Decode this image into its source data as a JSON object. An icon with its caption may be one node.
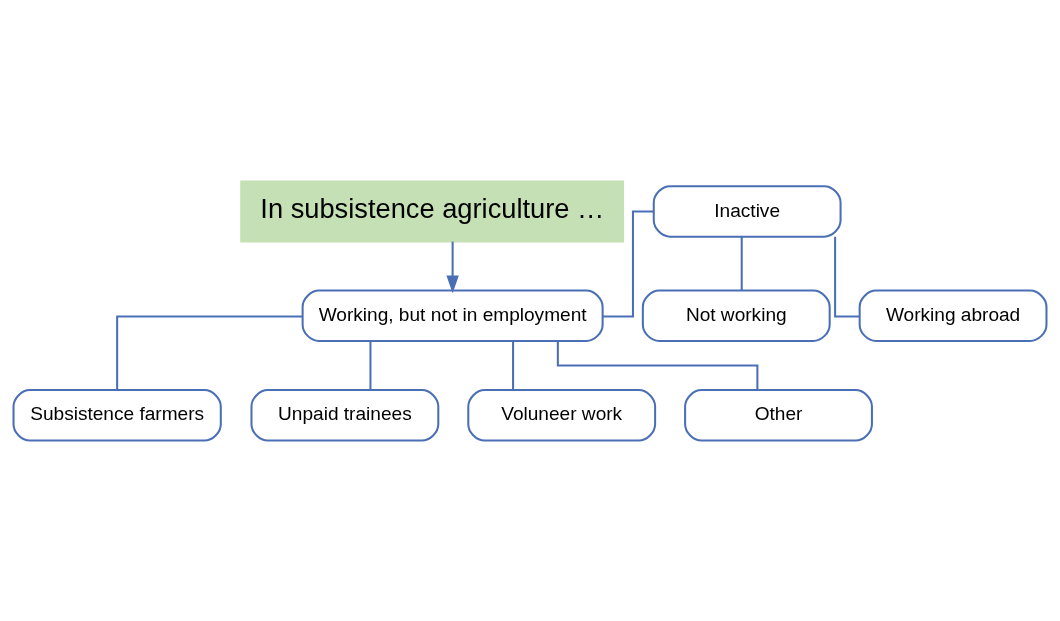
{
  "diagram": {
    "nodes": [
      {
        "text": [
          "In subsistence agriculture …"
        ]
      },
      {
        "text": [
          "Inactive"
        ]
      },
      {
        "text": [
          "Working, but not in employment"
        ]
      },
      {
        "text": [
          "Not working"
        ]
      },
      {
        "text": [
          "Working abroad"
        ]
      },
      {
        "text": [
          "Subsistence farmers"
        ]
      },
      {
        "text": [
          "Unpaid trainees"
        ]
      },
      {
        "text": [
          "Voluneer work"
        ]
      },
      {
        "text": [
          "Other"
        ]
      }
    ],
    "edges": [
      {
        "from": 1,
        "to": 2,
        "arrow": "none"
      },
      {
        "from": 1,
        "to": 3,
        "arrow": "none"
      },
      {
        "from": 1,
        "to": 4,
        "arrow": "none"
      },
      {
        "from": 2,
        "to": 5,
        "arrow": "none"
      },
      {
        "from": 2,
        "to": 6,
        "arrow": "none"
      },
      {
        "from": 2,
        "to": 7,
        "arrow": "none"
      },
      {
        "from": 2,
        "to": 8,
        "arrow": "none"
      },
      {
        "from": 0,
        "to": 2,
        "arrow": "to"
      }
    ]
  }
}
